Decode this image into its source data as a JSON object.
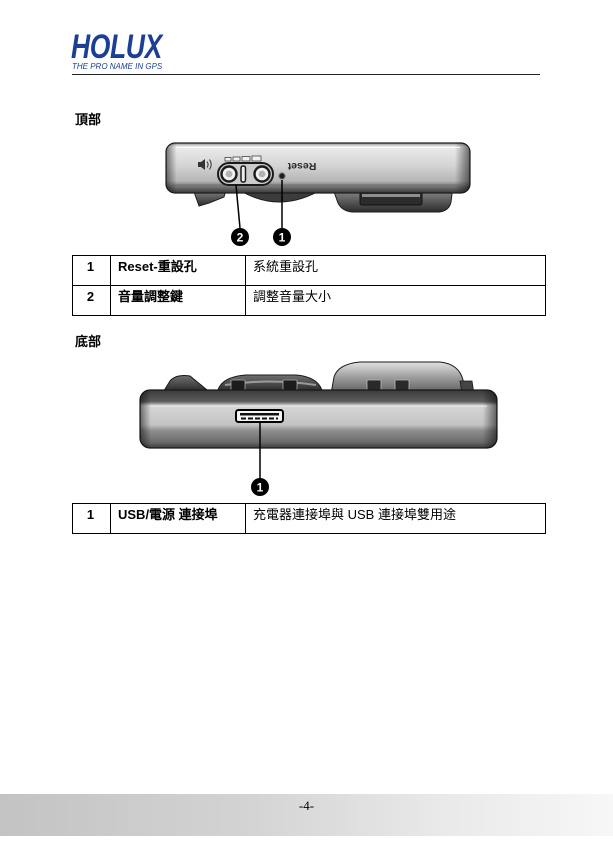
{
  "header": {
    "logo_text": "HOLUX",
    "tagline": "THE PRO NAME IN GPS"
  },
  "top_section": {
    "heading": "頂部",
    "device_print": "Reset",
    "callouts": [
      "2",
      "1"
    ],
    "table": [
      {
        "num": "1",
        "name": "Reset-重設孔",
        "desc": "系統重設孔"
      },
      {
        "num": "2",
        "name": "音量調整鍵",
        "desc": "調整音量大小"
      }
    ]
  },
  "bottom_section": {
    "heading": "底部",
    "callouts": [
      "1"
    ],
    "table": [
      {
        "num": "1",
        "name": "USB/電源 連接埠",
        "desc": "充電器連接埠與 USB 連接埠雙用途"
      }
    ]
  },
  "footer": {
    "page_number": "-4-"
  },
  "icons": {
    "speaker": "speaker-icon",
    "volume_level": "volume-level-icon"
  },
  "colors": {
    "brand_blue": "#1c3f94",
    "table_border": "#000000",
    "callout_badge": "#000000",
    "footer_band": "#c8c8c8"
  }
}
